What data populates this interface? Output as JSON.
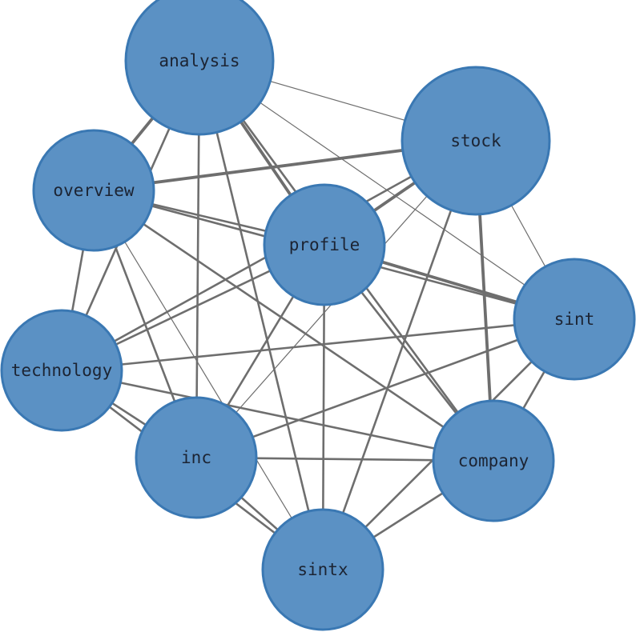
{
  "graph": {
    "colors": {
      "node_fill": "#5b91c4",
      "node_stroke": "#3a78b3",
      "edge": "#6e6e6e",
      "label": "#1c2433"
    },
    "nodes": [
      {
        "id": "analysis",
        "label": "analysis"
      },
      {
        "id": "stock",
        "label": "stock"
      },
      {
        "id": "overview",
        "label": "overview"
      },
      {
        "id": "profile",
        "label": "profile"
      },
      {
        "id": "sint",
        "label": "sint"
      },
      {
        "id": "technology",
        "label": "technology"
      },
      {
        "id": "inc",
        "label": "inc"
      },
      {
        "id": "company",
        "label": "company"
      },
      {
        "id": "sintx",
        "label": "sintx"
      }
    ],
    "edges": [
      {
        "source": "analysis",
        "target": "stock",
        "weight": 1
      },
      {
        "source": "analysis",
        "target": "overview",
        "weight": 3
      },
      {
        "source": "analysis",
        "target": "profile",
        "weight": 3
      },
      {
        "source": "analysis",
        "target": "sint",
        "weight": 1
      },
      {
        "source": "analysis",
        "target": "technology",
        "weight": 2
      },
      {
        "source": "analysis",
        "target": "inc",
        "weight": 2
      },
      {
        "source": "analysis",
        "target": "company",
        "weight": 2
      },
      {
        "source": "analysis",
        "target": "sintx",
        "weight": 2
      },
      {
        "source": "stock",
        "target": "overview",
        "weight": 3
      },
      {
        "source": "stock",
        "target": "profile",
        "weight": 3
      },
      {
        "source": "stock",
        "target": "sint",
        "weight": 1
      },
      {
        "source": "stock",
        "target": "technology",
        "weight": 2
      },
      {
        "source": "stock",
        "target": "inc",
        "weight": 1
      },
      {
        "source": "stock",
        "target": "company",
        "weight": 3
      },
      {
        "source": "stock",
        "target": "sintx",
        "weight": 2
      },
      {
        "source": "overview",
        "target": "profile",
        "weight": 2
      },
      {
        "source": "overview",
        "target": "sint",
        "weight": 2
      },
      {
        "source": "overview",
        "target": "technology",
        "weight": 2
      },
      {
        "source": "overview",
        "target": "inc",
        "weight": 2
      },
      {
        "source": "overview",
        "target": "company",
        "weight": 2
      },
      {
        "source": "overview",
        "target": "sintx",
        "weight": 1
      },
      {
        "source": "profile",
        "target": "sint",
        "weight": 3
      },
      {
        "source": "profile",
        "target": "technology",
        "weight": 2
      },
      {
        "source": "profile",
        "target": "inc",
        "weight": 2
      },
      {
        "source": "profile",
        "target": "company",
        "weight": 2
      },
      {
        "source": "profile",
        "target": "sintx",
        "weight": 2
      },
      {
        "source": "sint",
        "target": "technology",
        "weight": 2
      },
      {
        "source": "sint",
        "target": "inc",
        "weight": 2
      },
      {
        "source": "sint",
        "target": "company",
        "weight": 2
      },
      {
        "source": "sint",
        "target": "sintx",
        "weight": 2
      },
      {
        "source": "technology",
        "target": "inc",
        "weight": 2
      },
      {
        "source": "technology",
        "target": "company",
        "weight": 2
      },
      {
        "source": "technology",
        "target": "sintx",
        "weight": 2
      },
      {
        "source": "inc",
        "target": "company",
        "weight": 2
      },
      {
        "source": "inc",
        "target": "sintx",
        "weight": 2
      },
      {
        "source": "company",
        "target": "sintx",
        "weight": 2
      }
    ]
  }
}
